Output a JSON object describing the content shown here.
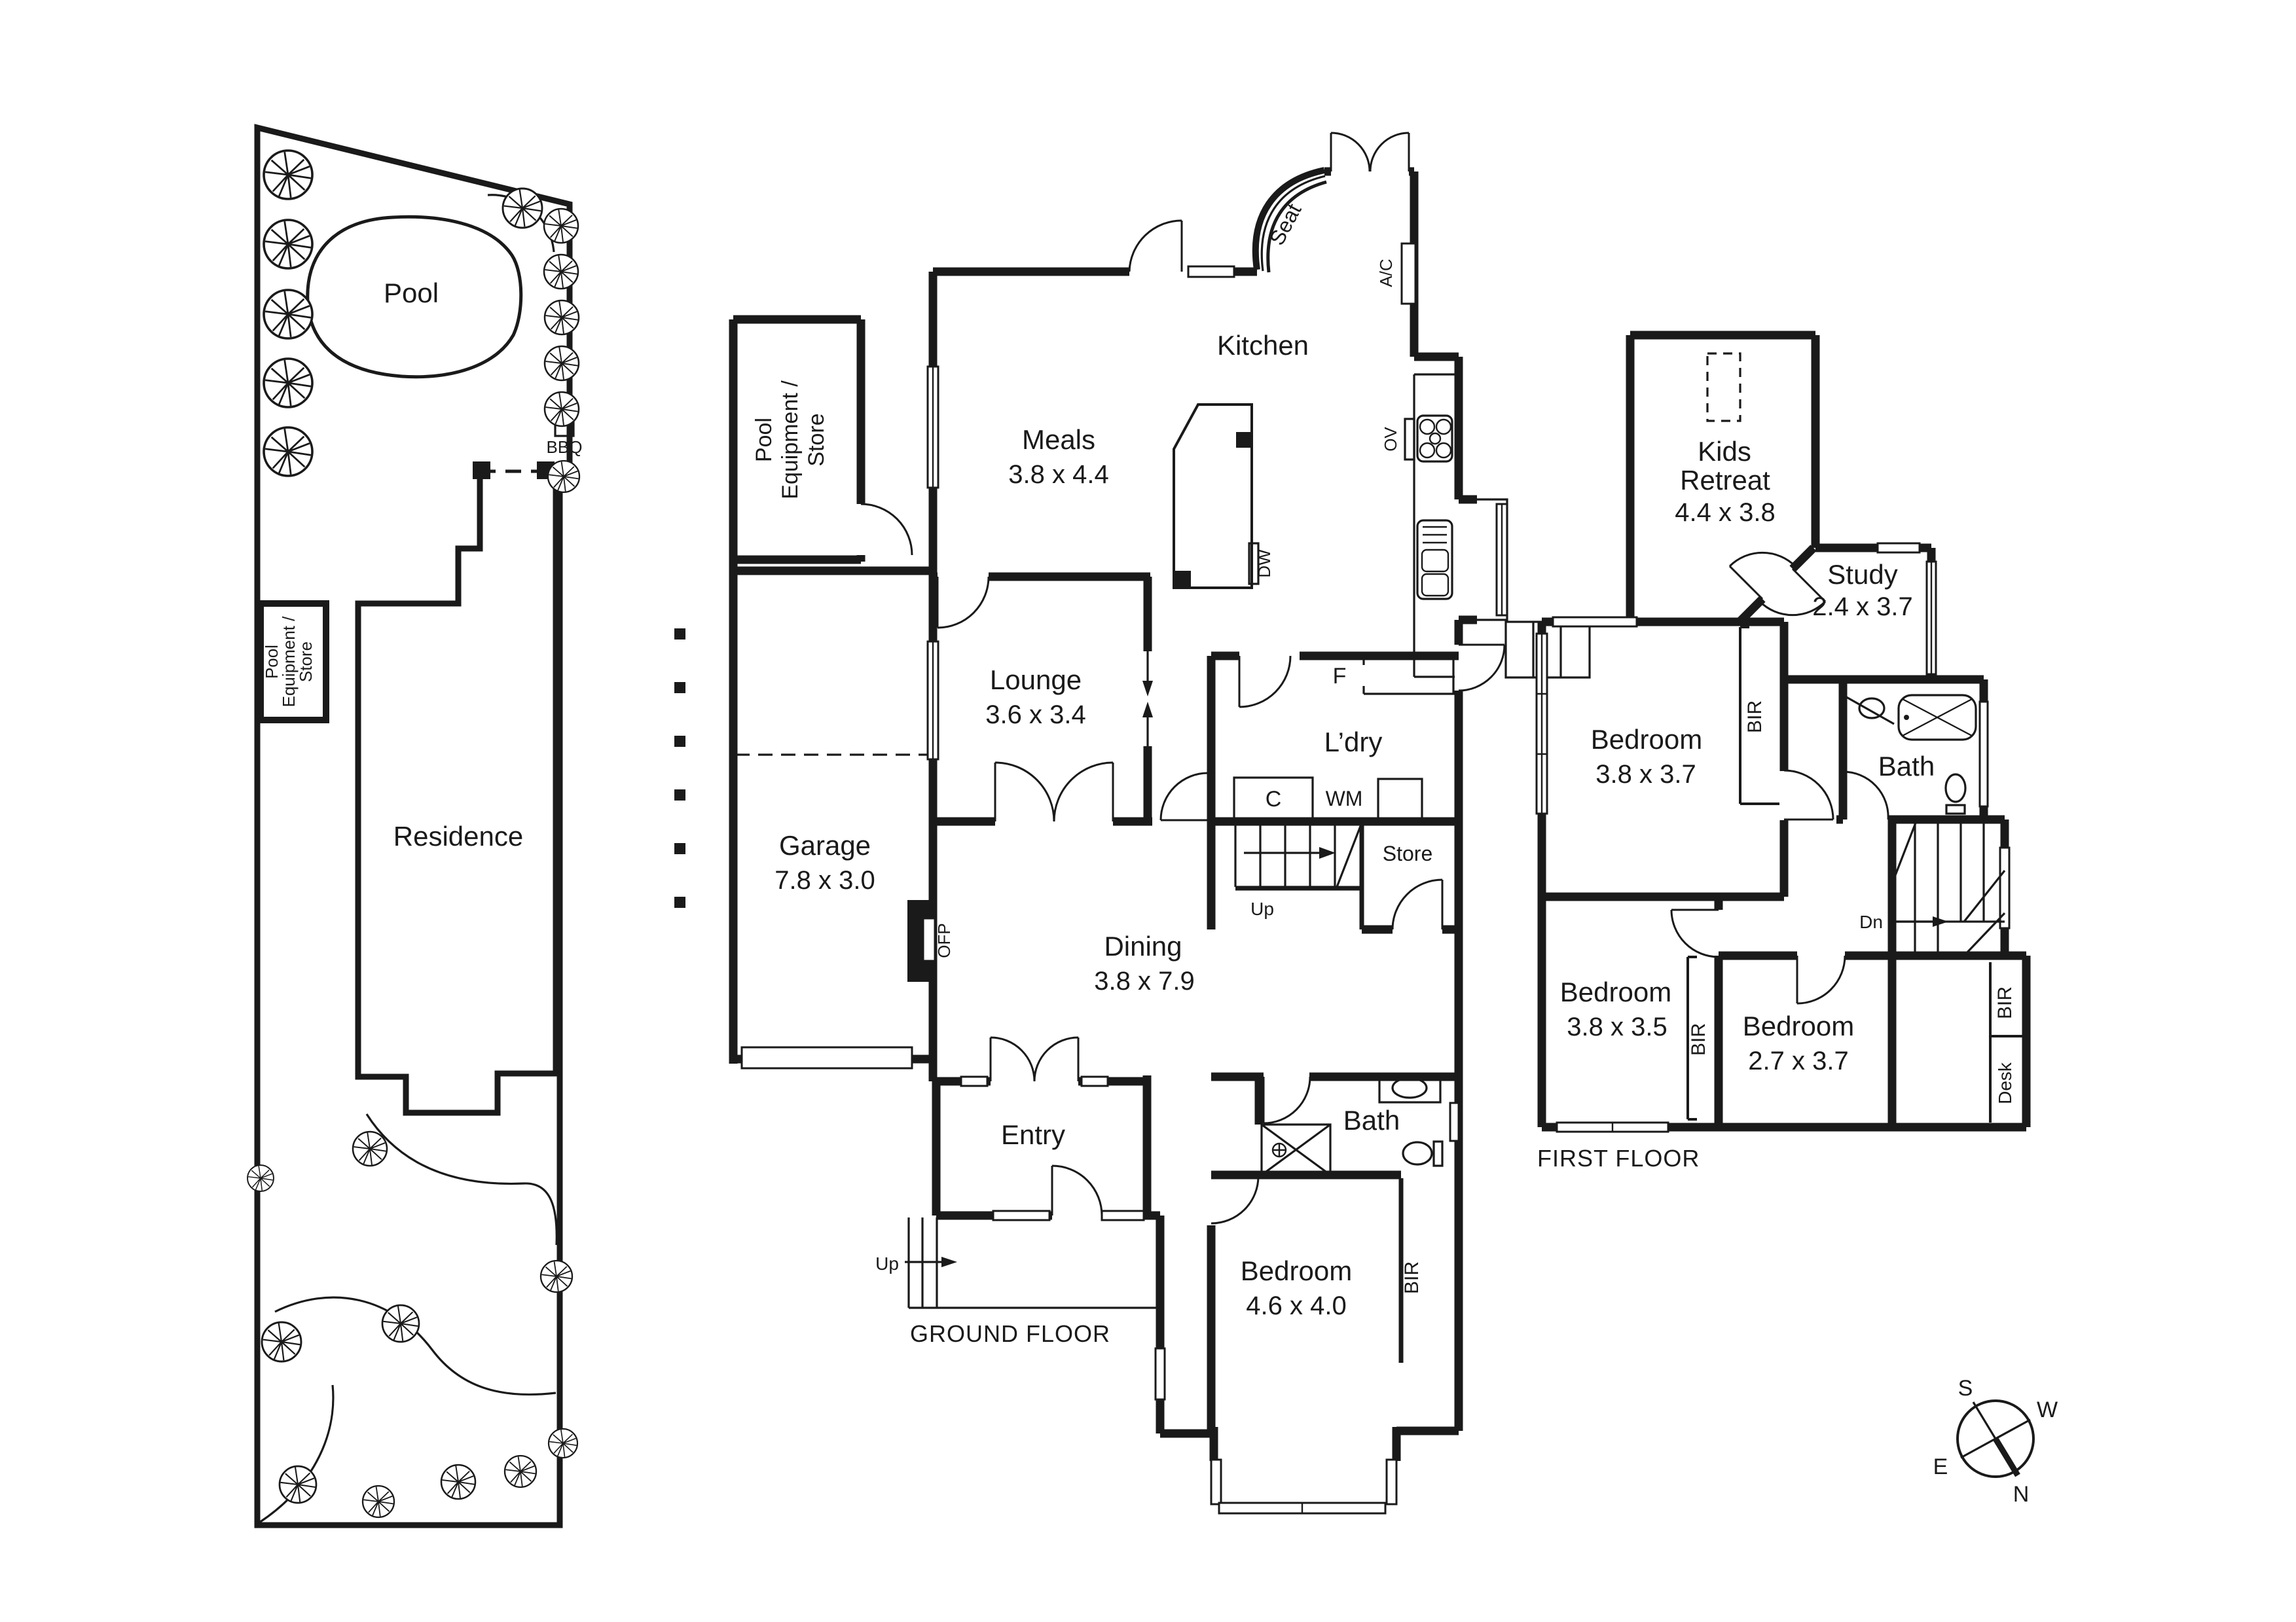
{
  "site_plan": {
    "pool": "Pool",
    "bbq": "BBQ",
    "pool_equipment_line1": "Pool",
    "pool_equipment_line2": "Equipment /",
    "pool_equipment_line3": "Store",
    "residence": "Residence"
  },
  "ground_floor": {
    "title": "GROUND FLOOR",
    "pool_equipment_line1": "Pool",
    "pool_equipment_line2": "Equipment /",
    "pool_equipment_line3": "Store",
    "rooms": {
      "meals": {
        "name": "Meals",
        "dims": "3.8 x 4.4"
      },
      "kitchen": {
        "name": "Kitchen"
      },
      "lounge": {
        "name": "Lounge",
        "dims": "3.6 x 3.4"
      },
      "garage": {
        "name": "Garage",
        "dims": "7.8 x 3.0"
      },
      "laundry": {
        "name": "L’dry"
      },
      "store": {
        "name": "Store"
      },
      "dining": {
        "name": "Dining",
        "dims": "3.8 x 7.9"
      },
      "entry": {
        "name": "Entry"
      },
      "bath": {
        "name": "Bath"
      },
      "bedroom": {
        "name": "Bedroom",
        "dims": "4.6 x 4.0"
      }
    },
    "annotations": {
      "seat": "Seat",
      "ac": "A/C",
      "ov": "OV",
      "dw": "DW",
      "fridge": "F",
      "cupboard": "C",
      "wm": "WM",
      "up": "Up",
      "ofp": "OFP",
      "bir": "BIR"
    }
  },
  "first_floor": {
    "title": "FIRST FLOOR",
    "rooms": {
      "kids_retreat": {
        "name_line1": "Kids",
        "name_line2": "Retreat",
        "dims": "4.4 x 3.8"
      },
      "study": {
        "name": "Study",
        "dims": "2.4 x 3.7"
      },
      "bedroom1": {
        "name": "Bedroom",
        "dims": "3.8 x 3.7"
      },
      "bath": {
        "name": "Bath"
      },
      "bedroom2": {
        "name": "Bedroom",
        "dims": "3.8 x 3.5"
      },
      "bedroom3": {
        "name": "Bedroom",
        "dims": "2.7 x 3.7"
      }
    },
    "annotations": {
      "bir": "BIR",
      "desk": "Desk",
      "dn": "Dn"
    }
  },
  "compass": {
    "n": "N",
    "s": "S",
    "e": "E",
    "w": "W"
  }
}
